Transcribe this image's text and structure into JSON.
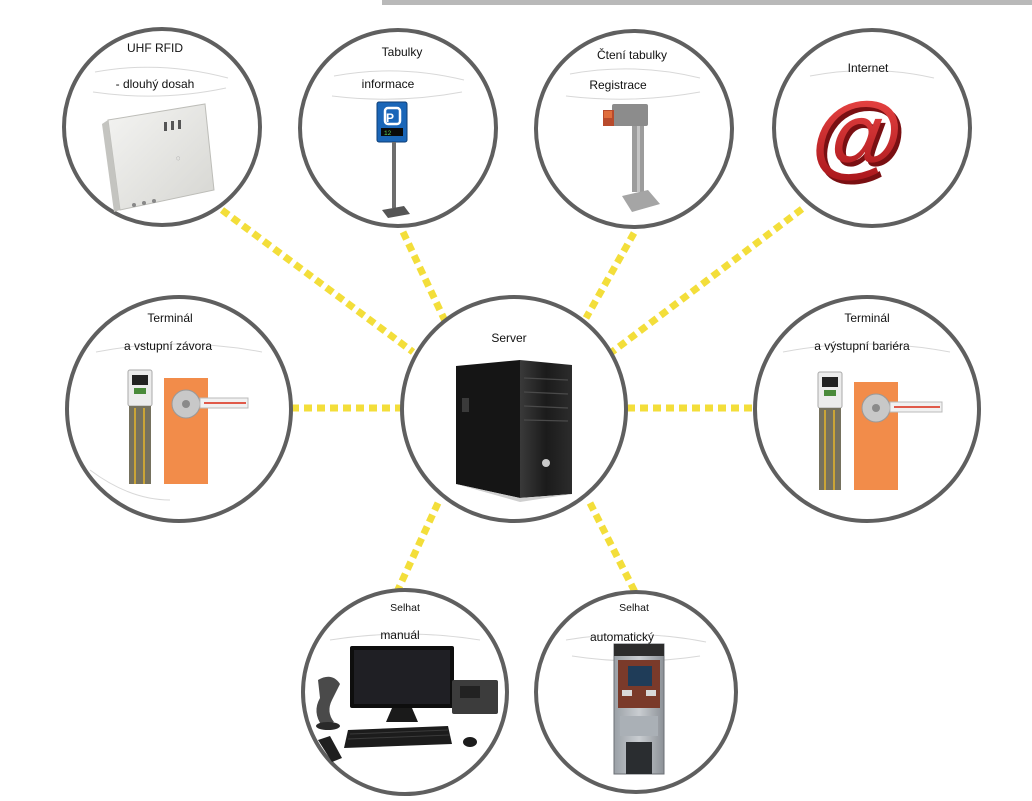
{
  "nodes": {
    "server": {
      "label": "Server"
    },
    "rfid": {
      "line1": "UHF RFID",
      "line2": "- dlouhý dosah"
    },
    "sign": {
      "line1": "Tabulky",
      "line2": "informace"
    },
    "lpr": {
      "line1": "Čtení tabulky",
      "line2": "Registrace"
    },
    "internet": {
      "line1": "Internet"
    },
    "entry": {
      "line1": "Terminál",
      "line2": "a vstupní závora"
    },
    "exit": {
      "line1": "Terminál",
      "line2": "a výstupní bariéra"
    },
    "manual": {
      "line1": "Selhat",
      "line2": "manuál"
    },
    "auto": {
      "line1": "Selhat",
      "line2": "automatický"
    }
  },
  "colors": {
    "connector": "#f3de3a",
    "ring": "#5f5f5f",
    "barrier": "#f28c4a",
    "at_sign": "#d8262b"
  },
  "icons": {
    "server": "pc-tower-icon",
    "rfid": "rfid-reader-icon",
    "sign": "parking-sign-icon",
    "lpr": "lpr-camera-icon",
    "internet": "at-sign-icon",
    "entry": "terminal-barrier-icon",
    "exit": "terminal-barrier-icon",
    "manual": "workstation-icon",
    "auto": "pay-station-icon"
  }
}
